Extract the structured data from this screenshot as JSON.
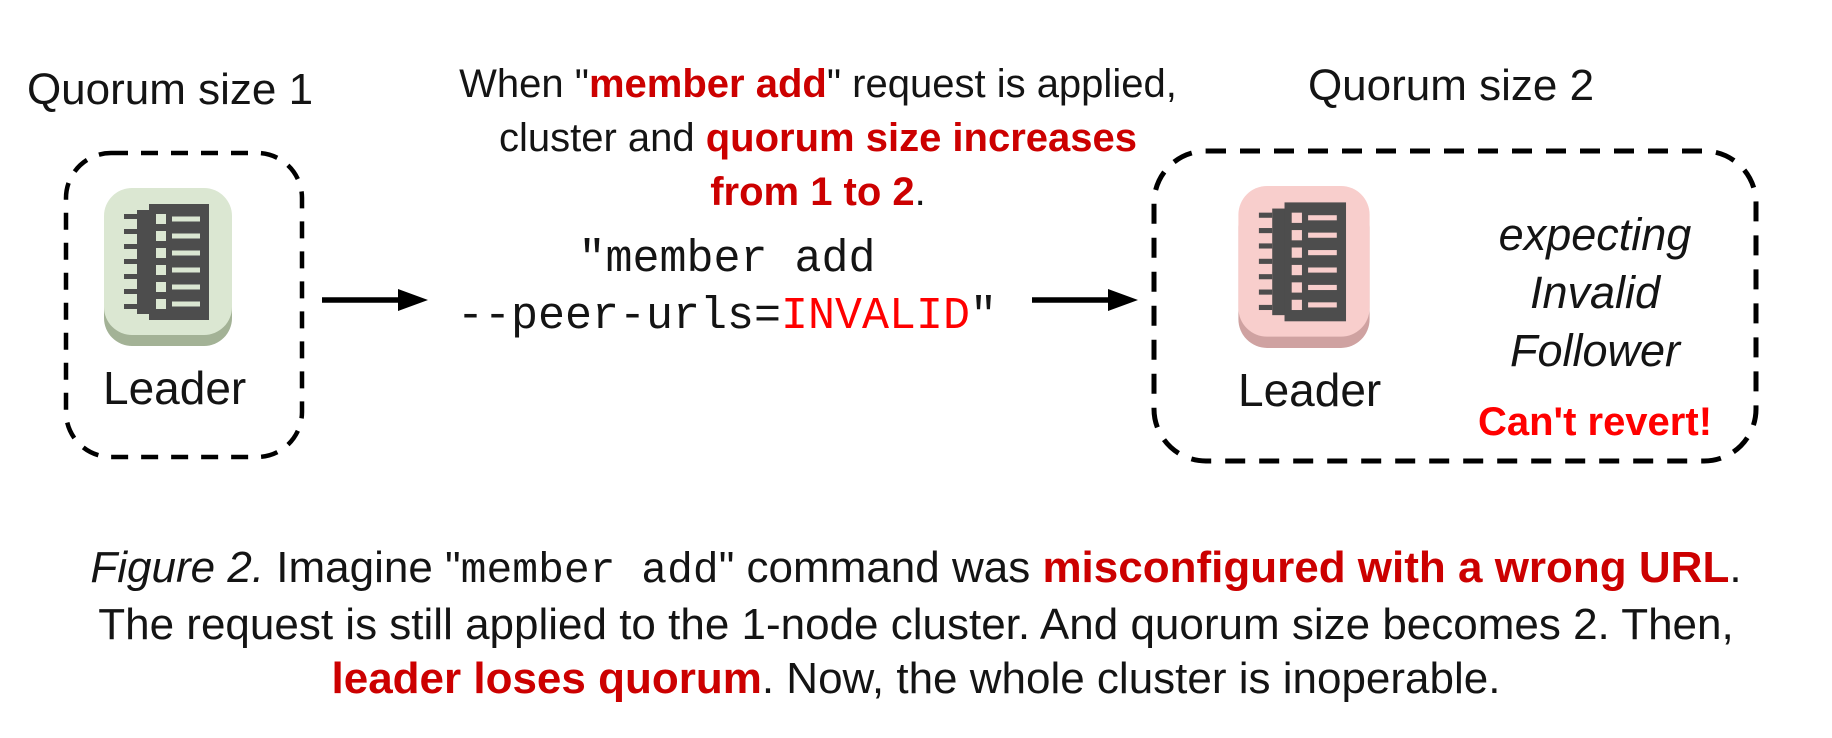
{
  "colors": {
    "dark_red_accent": "#cc0000",
    "bright_red_accent": "#ff0000",
    "text_black": "#141414",
    "node_green_fill": "#dbe7d2",
    "node_green_edge": "#a3b296",
    "node_pink_fill": "#f8cecc",
    "node_pink_edge": "#cfa2a1",
    "icon_glyph_gray": "#4d4d4d",
    "boundary_stroke": "#000000"
  },
  "left_cluster": {
    "title": "Quorum size 1",
    "node_label": "Leader",
    "icon": "raft-log-icon"
  },
  "right_cluster": {
    "title": "Quorum size 2",
    "node_label": "Leader",
    "icon": "raft-log-icon",
    "status_lines": [
      "expecting",
      "Invalid",
      "Follower"
    ],
    "warning": "Can't revert!"
  },
  "annotation": {
    "l1_pre": "When \"",
    "l1_red": "member add",
    "l1_post": "\" request is applied,",
    "l2_pre": "cluster and ",
    "l2_red": "quorum size increases",
    "l3_red": "from 1 to 2",
    "l3_end": "."
  },
  "command": {
    "line1": "\"member add",
    "line2_flag": "--peer-urls=",
    "line2_invalid": "INVALID",
    "line2_quote": "\""
  },
  "caption": {
    "fig": "Figure 2.",
    "l1_a": " Imagine ",
    "q1": "\"",
    "code": "member add",
    "q2": "\"",
    "l1_b": " command was ",
    "l1_red": "misconfigured with a wrong URL",
    "l1_end": ".",
    "l2": "The request is still applied to the 1-node cluster. And quorum size becomes 2. Then,",
    "l3_red": "leader loses quorum",
    "l3_rest": ". Now, the whole cluster is inoperable."
  }
}
